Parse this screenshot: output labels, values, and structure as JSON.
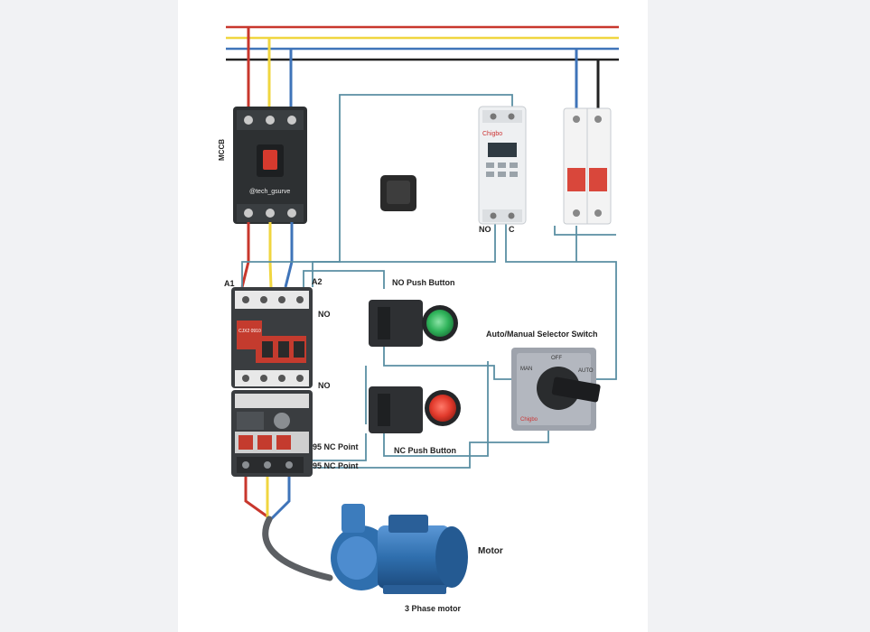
{
  "diagram": {
    "labels": {
      "mccb": "MCCB",
      "a1": "A1",
      "a2": "A2",
      "no_top": "NO",
      "no_bottom": "NO",
      "timer_no": "NO",
      "timer_c": "C",
      "no_push_button": "NO Push Button",
      "nc_push_button": "NC Push Button",
      "selector_switch": "Auto/Manual Selector Switch",
      "nc95_a": "95 NC Point",
      "nc95_b": "95 NC Point",
      "motor": "Motor",
      "motor_caption": "3 Phase motor",
      "watermark": "@tech_gsurve",
      "timer_brand": "Chigbo",
      "contactor_model": "CJX2 0910",
      "selector_man": "MAN",
      "selector_off": "OFF",
      "selector_auto": "AUTO",
      "selector_brand": "Chigbo"
    },
    "colors": {
      "line_red": "#c8372d",
      "line_yellow": "#f0d640",
      "line_blue": "#3f74b9",
      "line_black": "#222222",
      "control_wire": "#5a8fa3",
      "control_wire_alt": "#4f84b0",
      "device_dark": "#2d3032",
      "contactor_red": "#c43b2e",
      "mcb_red": "#d9473b",
      "nc_button_red": "#e23a2c",
      "no_button_green": "#2fb35a",
      "motor_blue": "#2f6fae",
      "panel_bg": "#ffffff",
      "page_bg": "#f1f2f4"
    }
  }
}
